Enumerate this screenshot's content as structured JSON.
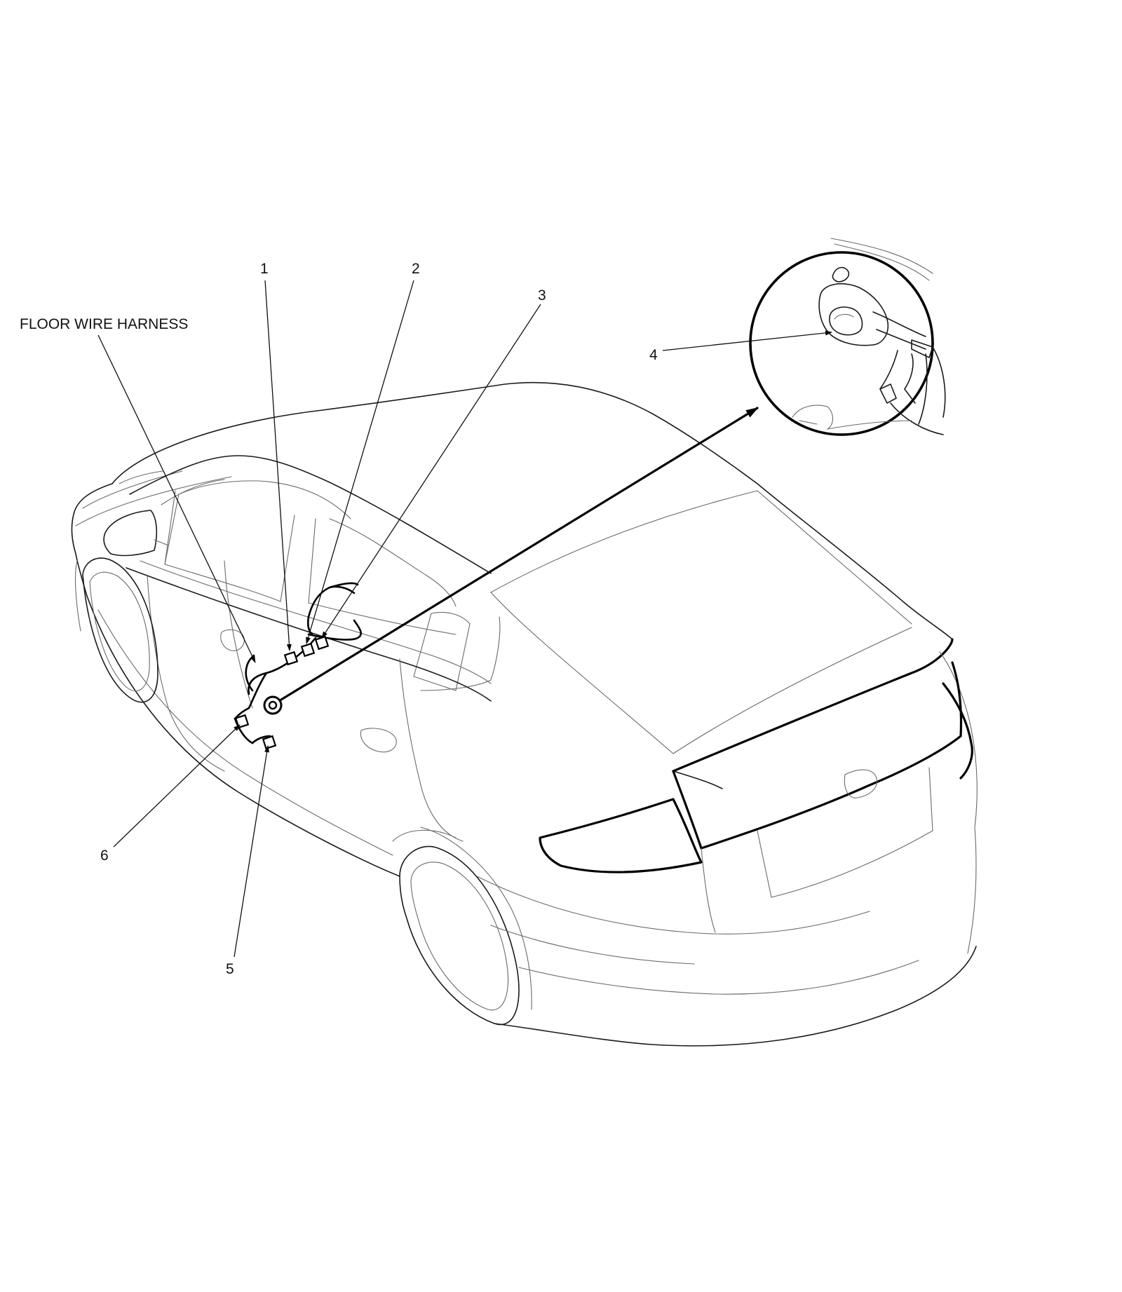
{
  "labels": {
    "floor_wire_harness": "FLOOR WIRE HARNESS",
    "callout_1": "1",
    "callout_2": "2",
    "callout_3": "3",
    "callout_4": "4",
    "callout_5": "5",
    "callout_6": "6"
  },
  "colors": {
    "line": "#000000",
    "background": "#ffffff"
  }
}
